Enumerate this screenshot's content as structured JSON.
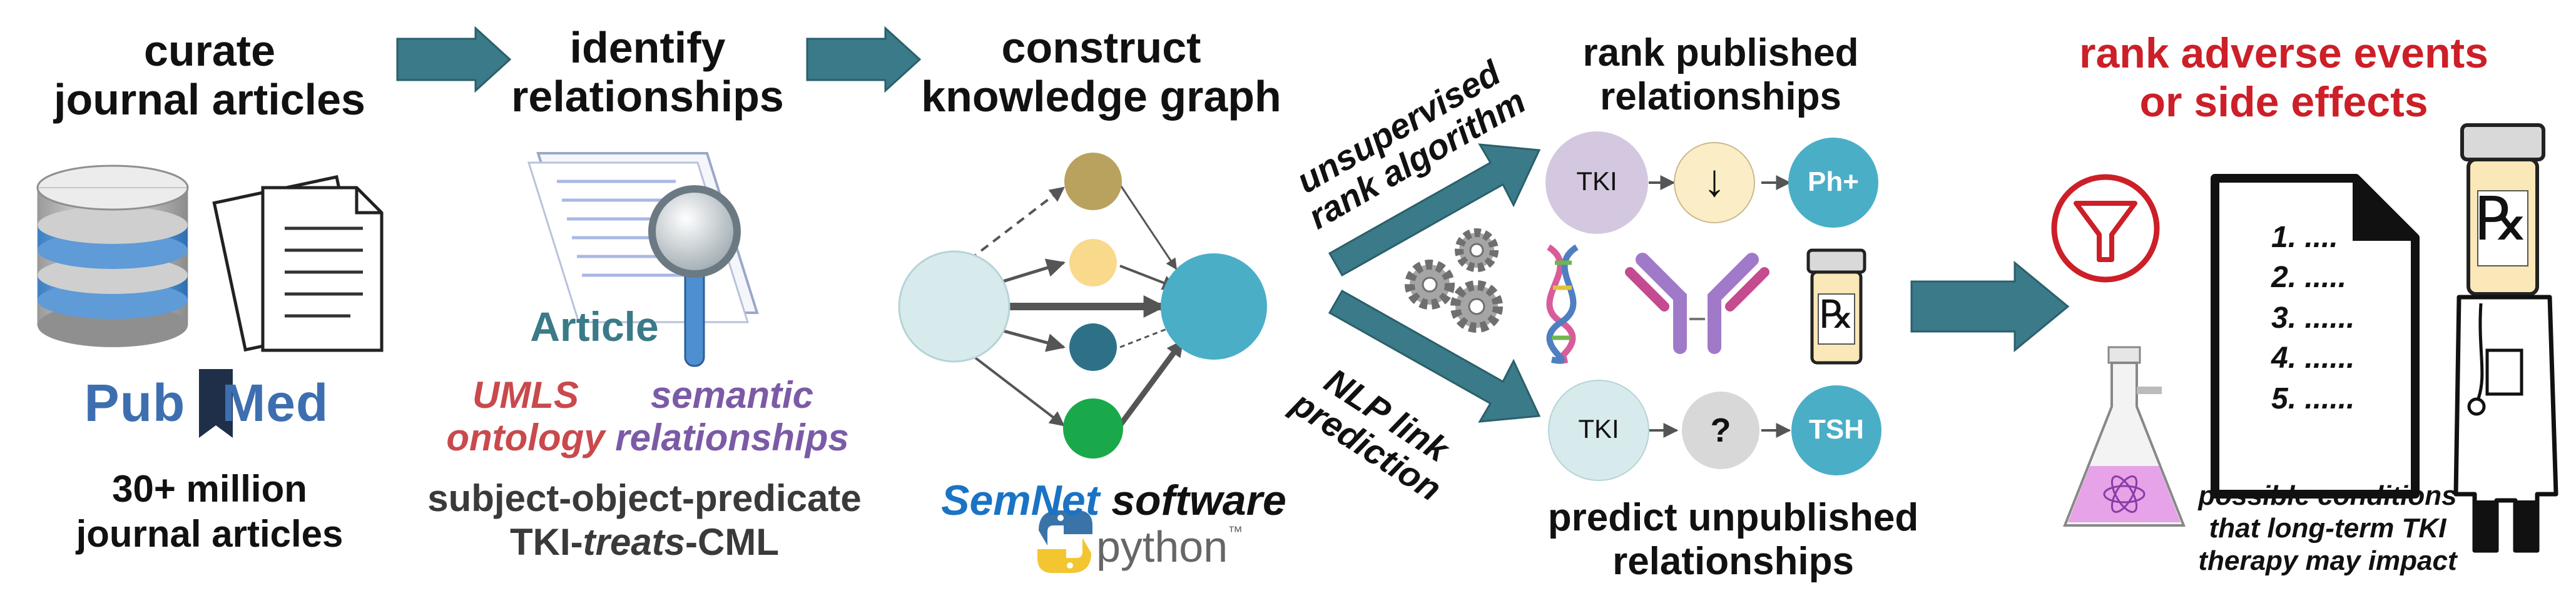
{
  "colors": {
    "arrow_teal": "#3a7a89",
    "red": "#cc1f28",
    "umls_red": "#c9494c",
    "semantic_purple": "#7b5aa6",
    "semnet_blue": "#1a73c4",
    "node_mauve": "#d3c8df",
    "node_cream": "#fbeec7",
    "node_cyan": "#4aaec7",
    "node_grey": "#d8d8d8",
    "node_pale": "#d7ebec"
  },
  "step1": {
    "title_line1": "curate",
    "title_line2": "journal articles",
    "logo_pub": "Pub",
    "logo_med": "Med",
    "caption_line1": "30+ million",
    "caption_line2": "journal articles",
    "icons": [
      "database-icon",
      "documents-icon",
      "pubmed-logo"
    ]
  },
  "step2": {
    "title_line1": "identify",
    "title_line2": "relationships",
    "article_label": "Article",
    "umls_line1": "UMLS",
    "umls_line2": "ontology",
    "semantic_line1": "semantic",
    "semantic_line2": "relationships",
    "caption_line1": "subject-object-predicate",
    "caption_tki": "TKI-",
    "caption_treats": "treats",
    "caption_cml": "-CML"
  },
  "step3": {
    "title_line1": "construct",
    "title_line2": "knowledge graph",
    "semnet": "SemNet",
    "software": " software",
    "python": "python",
    "python_tm": "™",
    "graph_nodes": [
      {
        "id": "source",
        "color": "#d7ebec"
      },
      {
        "id": "n1",
        "color": "#b9a25d"
      },
      {
        "id": "n2",
        "color": "#f9d98b"
      },
      {
        "id": "n3",
        "color": "#2e7187"
      },
      {
        "id": "n4",
        "color": "#19a94a"
      },
      {
        "id": "target",
        "color": "#4aaec7"
      }
    ]
  },
  "step4": {
    "unsupervised_line1": "unsupervised",
    "unsupervised_line2": "rank algorithm",
    "nlp_line1": "NLP link",
    "nlp_line2": "prediction",
    "rank_title_line1": "rank published",
    "rank_title_line2": "relationships",
    "predict_title_line1": "predict unpublished",
    "predict_title_line2": "relationships",
    "top_chain": [
      "TKI",
      "↓",
      "Ph+"
    ],
    "bottom_chain": [
      "TKI",
      "?",
      "TSH"
    ],
    "rx": "℞",
    "icons": [
      "gears-icon",
      "dna-icon",
      "antibody-icon",
      "pill-bottle-icon"
    ]
  },
  "step5": {
    "title_line1": "rank adverse events",
    "title_line2": "or side effects",
    "list_items": [
      "1. ....",
      "2. .....",
      "3. ......",
      "4. ......",
      "5. ......"
    ],
    "caption_line1": "possible conditions",
    "caption_line2": "that long-term TKI",
    "caption_line3": "therapy may impact",
    "rx": "℞",
    "icons": [
      "filter-icon",
      "document-list-icon",
      "flask-icon",
      "doctor-icon",
      "pill-bottle-icon"
    ]
  }
}
